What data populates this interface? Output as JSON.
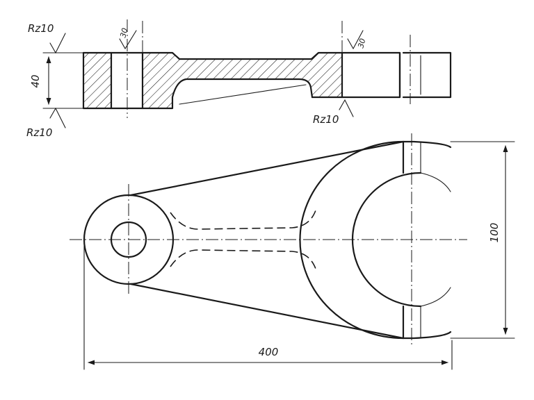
{
  "drawing": {
    "roughness_top_left": "Rz10",
    "roughness_bottom_left": "Rz10",
    "roughness_right": "Rz10",
    "bevel_left": "30",
    "bevel_right": "30",
    "height_dimension": "40",
    "diameter_dimension": "100",
    "length_dimension": "400"
  }
}
